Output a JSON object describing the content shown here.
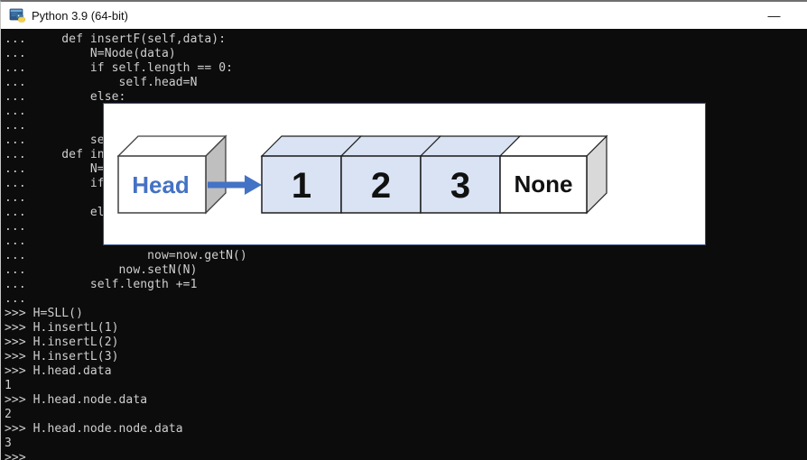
{
  "window": {
    "title": "Python 3.9 (64-bit)",
    "minimize_glyph": "—"
  },
  "console": {
    "bg": "#0c0c0c",
    "fg": "#cfcfcf",
    "lines": [
      "...     def insertF(self,data):",
      "...         N=Node(data)",
      "...         if self.length == 0:",
      "...             self.head=N",
      "...         else:",
      "...",
      "...",
      "...         se",
      "...     def in",
      "...         N=",
      "...         if",
      "...",
      "...         el",
      "...",
      "...",
      "...                 now=now.getN()",
      "...             now.setN(N)",
      "...         self.length +=1",
      "...",
      ">>> H=SLL()",
      ">>> H.insertL(1)",
      ">>> H.insertL(2)",
      ">>> H.insertL(3)",
      ">>> H.head.data",
      "1",
      ">>> H.head.node.data",
      "2",
      ">>> H.head.node.node.data",
      "3",
      ">>>"
    ]
  },
  "diagram": {
    "head_label": "Head",
    "nodes": [
      "1",
      "2",
      "3"
    ],
    "tail_label": "None",
    "colors": {
      "accent_blue": "#4472c4",
      "node_fill": "#dae3f3",
      "white_fill": "#ffffff",
      "side_gray": "#bfbfbf",
      "side_light_gray": "#d9d9d9",
      "panel_border": "#33508f"
    }
  }
}
